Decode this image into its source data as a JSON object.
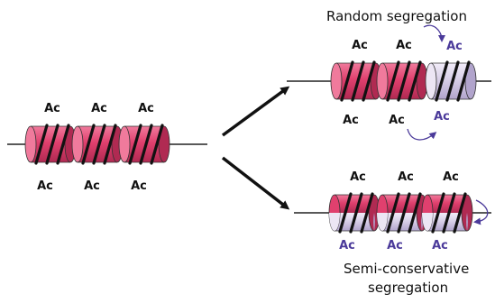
{
  "labels": {
    "random_title": "Random segregation",
    "semi_title_line1": "Semi-conservative",
    "semi_title_line2": "segregation",
    "mark": "Ac"
  },
  "colors": {
    "old_histone": "#e0406e",
    "old_histone_light": "#f07a9c",
    "old_histone_dark": "#b02a52",
    "new_histone": "#d9d0e8",
    "new_histone_dark": "#b1a4cc",
    "old_mark": "#111111",
    "new_mark": "#4b3a9a",
    "dna": "#222222"
  },
  "icons": [
    "nucleosome-icon",
    "arrow-icon",
    "curved-arrow-icon"
  ]
}
